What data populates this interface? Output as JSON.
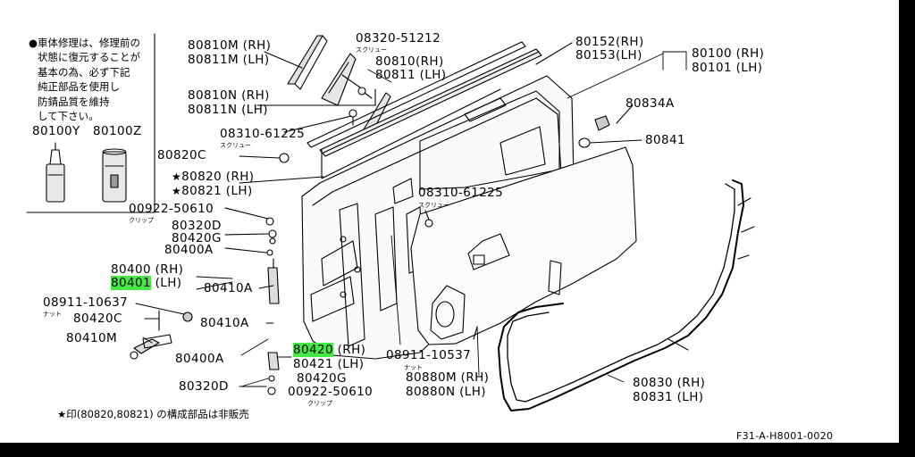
{
  "diagram": {
    "note_lines": [
      "●車体修理は、修理前の",
      "状態に復元することが",
      "基本の為、必ず下記",
      "純正部品を使用し",
      "防錆品質を維持",
      "して下さい。"
    ],
    "note_parts": [
      "80100Y",
      "80100Z"
    ],
    "labels": {
      "p80810M": "80810M (RH)",
      "p80811M": "80811M (LH)",
      "p08320": "08320-51212",
      "p08320_sub": "スクリュー",
      "p80810": "80810(RH)",
      "p80811": "80811 (LH)",
      "p80810N": "80810N (RH)",
      "p80811N": "80811N (LH)",
      "p08310a": "08310-61225",
      "p08310a_sub": "スクリュー",
      "p80820C": "80820C",
      "p80820": "80820 (RH)",
      "p80821": "80821 (LH)",
      "star": "★",
      "p00922a": "00922-50610",
      "p00922a_sub": "クリップ",
      "p80320Da": "80320D",
      "p80420Ga": "80420G",
      "p80400Aa": "80400A",
      "p80400": "80400 (RH)",
      "p80401": "80401",
      "p80401_suffix": " (LH)",
      "p80410Aa": "80410A",
      "p08911a": "08911-10637",
      "p08911a_sub": "ナット",
      "p80420C": "80420C",
      "p80410M": "80410M",
      "p80410Ab": "80410A",
      "p80400Ab": "80400A",
      "p80420": "80420",
      "p80420_suffix": " (RH)",
      "p80421": "80421 (LH)",
      "p80420Gb": "80420G",
      "p80320Db": "80320D",
      "p00922b": "00922-50610",
      "p00922b_sub": "クリップ",
      "p08911b": "08911-10537",
      "p08911b_sub": "ナット",
      "p80152": "80152(RH)",
      "p80153": "80153(LH)",
      "p80100": "80100 (RH)",
      "p80101": "80101 (LH)",
      "p80834A": "80834A",
      "p80841": "80841",
      "p08310b": "08310-61225",
      "p08310b_sub": "スクリュー",
      "p80880M": "80880M (RH)",
      "p80880N": "80880N (LH)",
      "p80830": "80830 (RH)",
      "p80831": "80831 (LH)"
    },
    "footnote": "★印(80820,80821) の構成部品は非販売",
    "figure_code": "F31-A-H8001-0020",
    "highlight_color": "#45e845"
  }
}
